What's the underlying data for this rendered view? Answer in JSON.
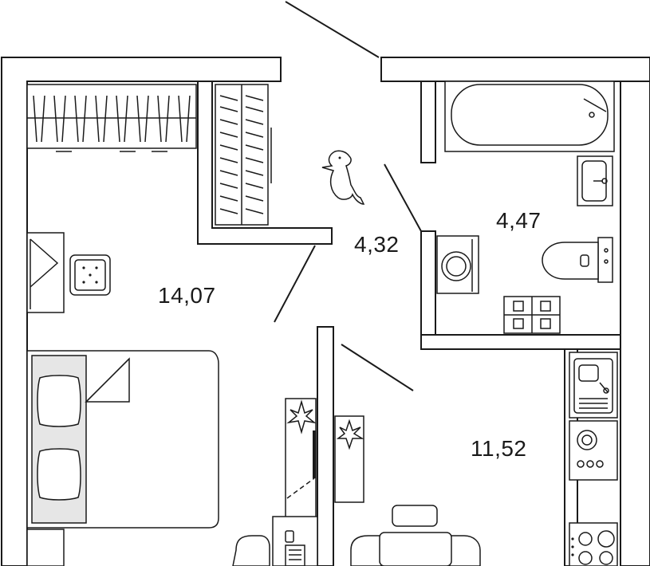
{
  "rooms": [
    {
      "id": "bedroom",
      "area": "14,07"
    },
    {
      "id": "hallway",
      "area": "4,32"
    },
    {
      "id": "bathroom",
      "area": "4,47"
    },
    {
      "id": "kitchen",
      "area": "11,52"
    }
  ],
  "colors": {
    "line": "#1a1a1a",
    "furniture_fill": "#e6e6e6",
    "background": "#ffffff"
  },
  "icons": [
    "plant-icon",
    "cat-icon",
    "stove-icon",
    "sink-icon",
    "washing-machine-icon",
    "toilet-icon",
    "bathtub-icon"
  ]
}
